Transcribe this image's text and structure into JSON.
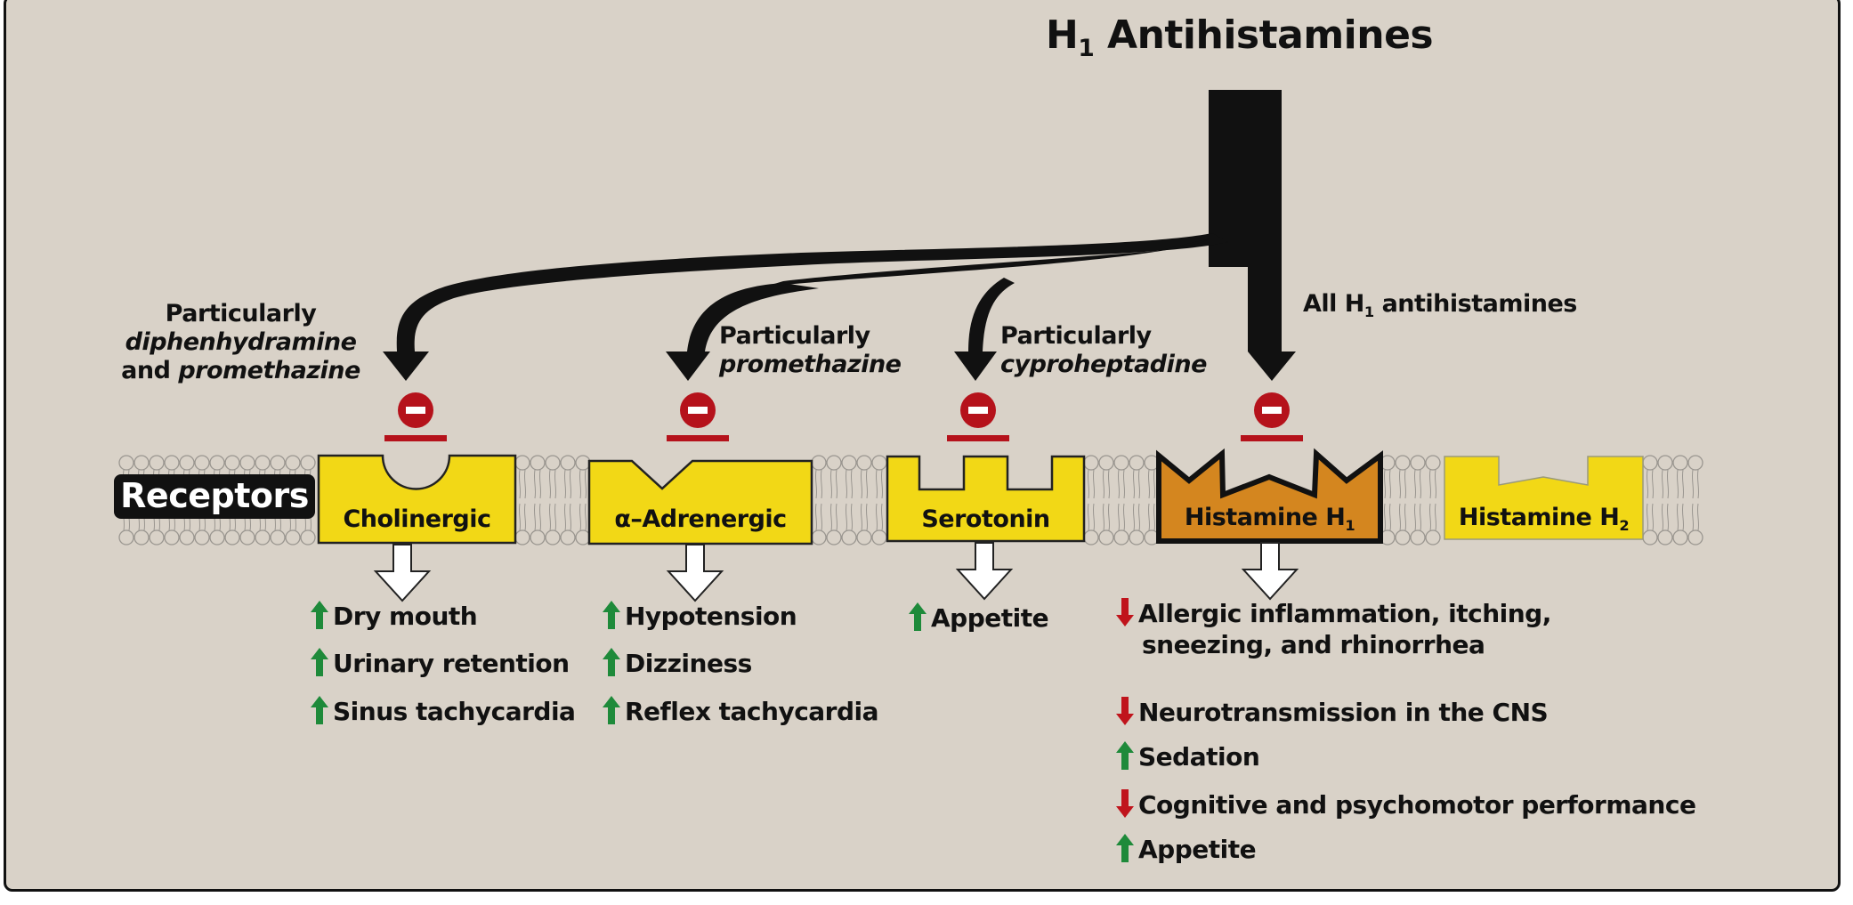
{
  "title": {
    "main": "H",
    "subscript": "1",
    "rest": " Antihistamines"
  },
  "receptors_label": "Receptors",
  "pathways": [
    {
      "id": "cholinergic",
      "annotation_lines": [
        {
          "parts": [
            {
              "text": "Particularly",
              "italic": false
            }
          ]
        },
        {
          "parts": [
            {
              "text": "diphenhydramine",
              "italic": true
            }
          ]
        },
        {
          "parts": [
            {
              "text": "and ",
              "italic": false
            },
            {
              "text": "promethazine",
              "italic": true
            }
          ]
        }
      ]
    },
    {
      "id": "alpha-adrenergic",
      "annotation_lines": [
        {
          "parts": [
            {
              "text": "Particularly",
              "italic": false
            }
          ]
        },
        {
          "parts": [
            {
              "text": "promethazine",
              "italic": true
            }
          ]
        }
      ]
    },
    {
      "id": "serotonin",
      "annotation_lines": [
        {
          "parts": [
            {
              "text": "Particularly",
              "italic": false
            }
          ]
        },
        {
          "parts": [
            {
              "text": "cyproheptadine",
              "italic": true
            }
          ]
        }
      ]
    },
    {
      "id": "histamine-h1",
      "annotation": {
        "prefix": "All H",
        "subscript": "1",
        "suffix": " antihistamines"
      }
    }
  ],
  "receptors": [
    {
      "id": "cholinergic",
      "name": "Cholinergic",
      "subscript": "",
      "color": "#f2d816",
      "blocked": true
    },
    {
      "id": "alpha-adrenergic",
      "name": "α–Adrenergic",
      "subscript": "",
      "color": "#f2d816",
      "blocked": true
    },
    {
      "id": "serotonin",
      "name": "Serotonin",
      "subscript": "",
      "color": "#f2d816",
      "blocked": true
    },
    {
      "id": "histamine-h1",
      "name": "Histamine H",
      "subscript": "1",
      "color": "#d4861f",
      "blocked": true
    },
    {
      "id": "histamine-h2",
      "name": "Histamine H",
      "subscript": "2",
      "color": "#f2d816",
      "blocked": false
    }
  ],
  "effects": {
    "cholinergic": [
      {
        "direction": "up",
        "text": "Dry mouth"
      },
      {
        "direction": "up",
        "text": "Urinary retention"
      },
      {
        "direction": "up",
        "text": "Sinus tachycardia"
      }
    ],
    "alpha-adrenergic": [
      {
        "direction": "up",
        "text": "Hypotension"
      },
      {
        "direction": "up",
        "text": "Dizziness"
      },
      {
        "direction": "up",
        "text": "Reflex tachycardia"
      }
    ],
    "serotonin": [
      {
        "direction": "up",
        "text": "Appetite"
      }
    ],
    "histamine-h1": [
      {
        "direction": "down",
        "text": "Allergic inflammation, itching,",
        "text2": "sneezing, and rhinorrhea"
      },
      {
        "direction": "down",
        "text": "Neurotransmission in the CNS"
      },
      {
        "direction": "up",
        "text": "Sedation"
      },
      {
        "direction": "down",
        "text": "Cognitive and psychomotor performance"
      },
      {
        "direction": "up",
        "text": "Appetite"
      }
    ]
  },
  "colors": {
    "background": "#d9d2c8",
    "inhibit_red": "#b5121b",
    "increase_green": "#1e8a3a",
    "decrease_red": "#c0141c",
    "receptor_yellow": "#f2d816",
    "h1_orange": "#d4861f",
    "arrow_black": "#111111"
  }
}
